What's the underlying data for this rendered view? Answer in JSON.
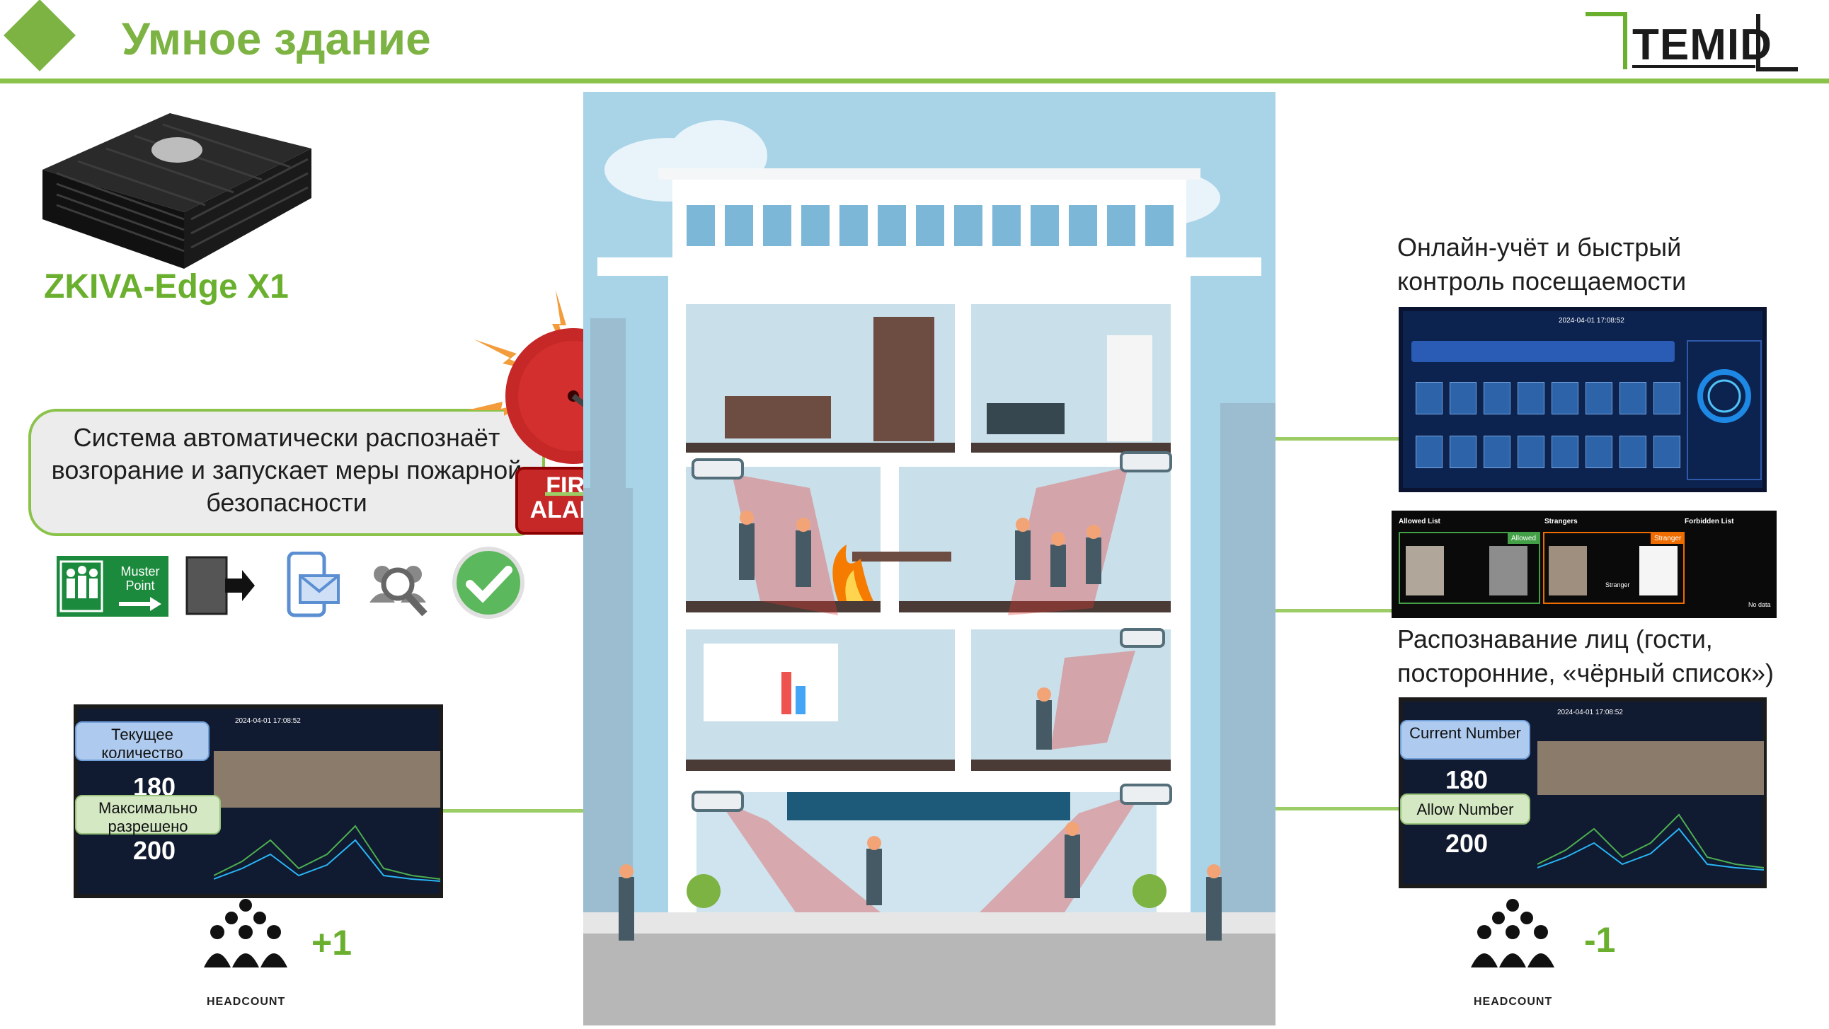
{
  "header": {
    "title": "Умное здание",
    "logo_text": "TEMID"
  },
  "device": {
    "name": "ZKIVA-Edge X1"
  },
  "fire": {
    "callout": "Система автоматически распознаёт возгорание и запускает меры пожарной безопасности",
    "alarm_line1": "FIRE",
    "alarm_line2": "ALARM",
    "muster_line1": "Muster",
    "muster_line2": "Point"
  },
  "attendance": {
    "caption_line1": "Онлайн-учёт и быстрый",
    "caption_line2": "контроль посещаемости",
    "screen_time": "2024-04-01 17:08:52"
  },
  "face": {
    "caption_line1": "Распознавание лиц (гости,",
    "caption_line2": "посторонние, «чёрный список»)",
    "allowed_label": "Allowed List",
    "strangers_label": "Strangers",
    "forbidden_label": "Forbidden List",
    "allowed_tag": "Allowed",
    "stranger_tag": "Stranger",
    "stranger_caption": "Stranger",
    "no_data": "No data"
  },
  "left_counter": {
    "time": "2024-04-01 17:08:52",
    "current_label": "Текущее количество",
    "current_value": "180",
    "max_label": "Максимально разрешено",
    "max_value": "200",
    "delta": "+1",
    "headcount": "HEADCOUNT"
  },
  "right_counter": {
    "time": "2024-04-01 17:08:52",
    "current_label": "Current Number",
    "current_value": "180",
    "max_label": "Allow Number",
    "max_value": "200",
    "delta": "-1",
    "headcount": "HEADCOUNT"
  },
  "colors": {
    "brand_green": "#7cb342",
    "alarm_red": "#c62828",
    "screen_bg": "#0f1a33"
  }
}
